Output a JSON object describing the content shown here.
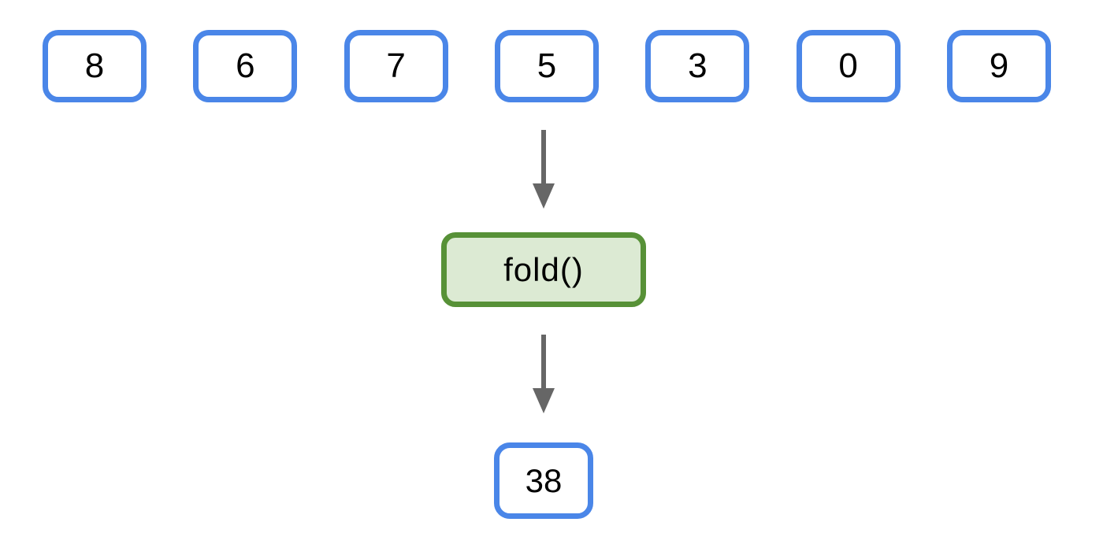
{
  "diagram": {
    "input_values": [
      "8",
      "6",
      "7",
      "5",
      "3",
      "0",
      "9"
    ],
    "operation_label": "fold()",
    "result_value": "38",
    "colors": {
      "background": "#ffffff",
      "box_border_blue": "#4a86e8",
      "operation_border_green": "#579137",
      "operation_fill_green": "#dcead3",
      "arrow_gray": "#666666",
      "text": "#000000"
    }
  }
}
